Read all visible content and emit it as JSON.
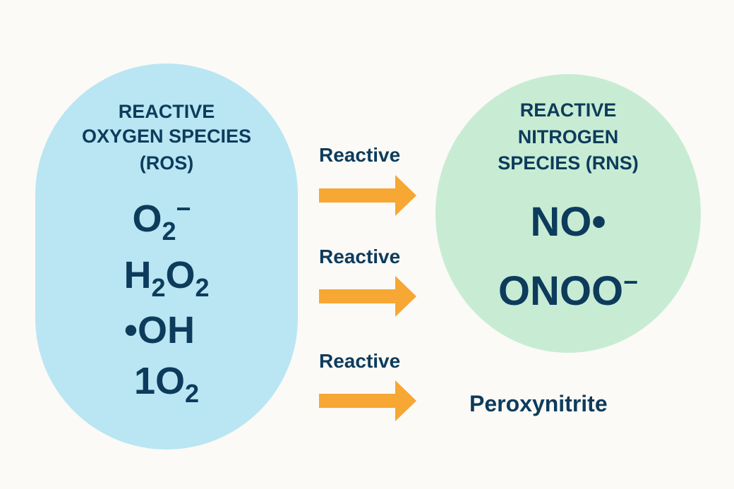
{
  "ros": {
    "title": [
      "REACTIVE",
      "OXYGEN SPECIES",
      "(ROS)"
    ],
    "species": [
      {
        "base": "O",
        "sub": "2",
        "sup": "−"
      },
      {
        "base": "H",
        "sub": "2",
        "base2": "O",
        "sub2": "2"
      },
      {
        "base": "•OH"
      },
      {
        "base": "1O",
        "sub": "2"
      }
    ]
  },
  "rns": {
    "title": [
      "REACTIVE",
      "NITROGEN",
      "SPECIES (RNS)"
    ],
    "species": [
      {
        "base": "NO•"
      },
      {
        "base": "ONOO",
        "sup": "−"
      }
    ]
  },
  "arrows": [
    {
      "label": "Reactive"
    },
    {
      "label": "Reactive"
    },
    {
      "label": "Reactive"
    }
  ],
  "product": "Peroxynitrite",
  "colors": {
    "ros_fill": "#b9e6f2",
    "rns_fill": "#c8ecd3",
    "arrow": "#f7a733",
    "text": "#0d3b5c"
  }
}
